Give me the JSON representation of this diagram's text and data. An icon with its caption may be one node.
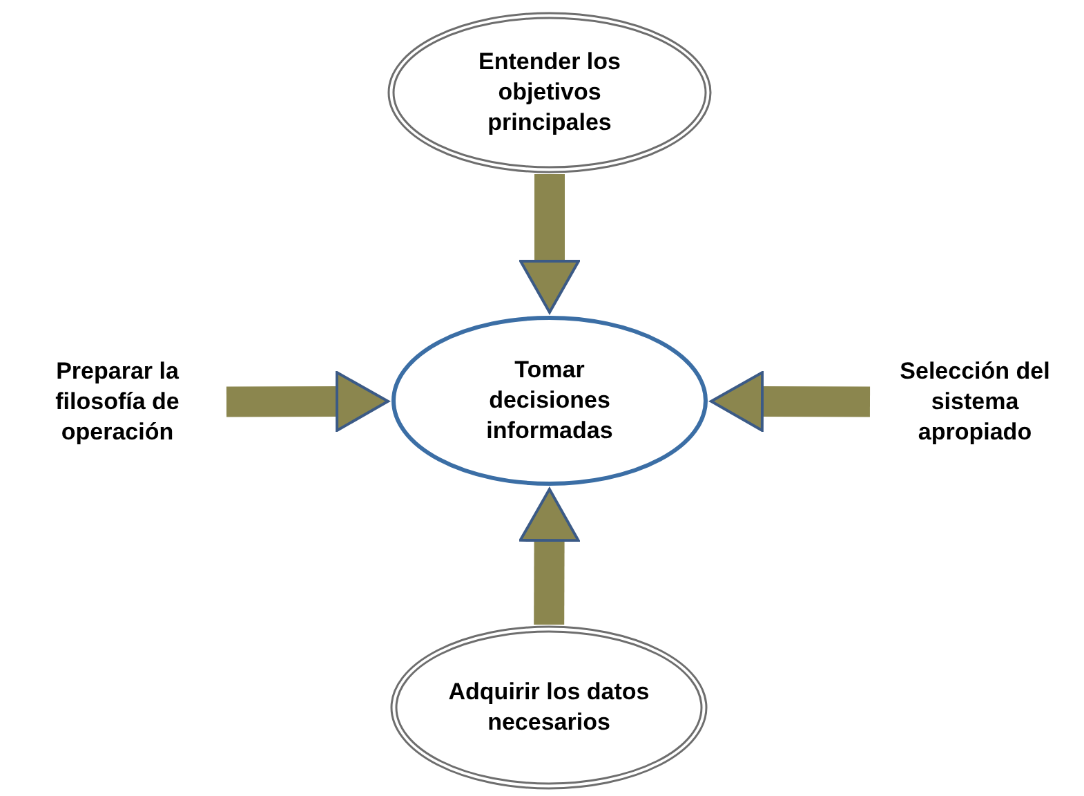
{
  "diagram": {
    "nodes": [
      {
        "text": [
          "Entender los objetivos principales"
        ]
      },
      {
        "text": [
          "Preparar la filosofía de operación"
        ]
      },
      {
        "text": [
          "Tomar decisiones informadas"
        ]
      },
      {
        "text": [
          "Selección del sistema apropiado"
        ]
      },
      {
        "text": [
          "Adquirir los datos necesarios"
        ]
      }
    ],
    "edges": [
      {
        "from": 0,
        "to": 2,
        "arrow": "to"
      },
      {
        "from": 1,
        "to": 2,
        "arrow": "to"
      },
      {
        "from": 3,
        "to": 2,
        "arrow": "to"
      },
      {
        "from": 4,
        "to": 2,
        "arrow": "to"
      }
    ]
  }
}
